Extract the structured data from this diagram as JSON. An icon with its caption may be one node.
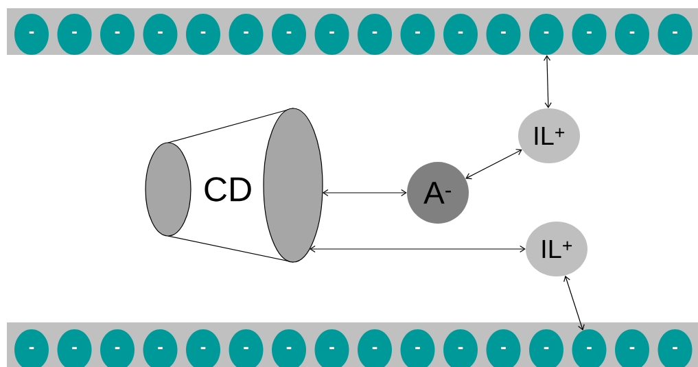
{
  "diagram": {
    "nodes": [
      {
        "text": [],
        "shape": "bar"
      },
      {
        "text": [
          "-"
        ],
        "in": 0
      },
      {
        "text": [
          "-"
        ],
        "in": 0
      },
      {
        "text": [
          "-"
        ],
        "in": 0
      },
      {
        "text": [
          "-"
        ],
        "in": 0
      },
      {
        "text": [
          "-"
        ],
        "in": 0
      },
      {
        "text": [
          "-"
        ],
        "in": 0
      },
      {
        "text": [
          "-"
        ],
        "in": 0
      },
      {
        "text": [
          "-"
        ],
        "in": 0
      },
      {
        "text": [
          "-"
        ],
        "in": 0
      },
      {
        "text": [
          "-"
        ],
        "in": 0
      },
      {
        "text": [
          "-"
        ],
        "in": 0
      },
      {
        "text": [
          "-"
        ],
        "in": 0
      },
      {
        "text": [
          "-"
        ],
        "in": 0
      },
      {
        "text": [
          "-"
        ],
        "in": 0
      },
      {
        "text": [
          "-"
        ],
        "in": 0
      },
      {
        "text": [
          "-"
        ],
        "in": 0
      },
      {
        "text": [],
        "shape": "bar"
      },
      {
        "text": [
          "-"
        ],
        "in": 17
      },
      {
        "text": [
          "-"
        ],
        "in": 17
      },
      {
        "text": [
          "-"
        ],
        "in": 17
      },
      {
        "text": [
          "-"
        ],
        "in": 17
      },
      {
        "text": [
          "-"
        ],
        "in": 17
      },
      {
        "text": [
          "-"
        ],
        "in": 17
      },
      {
        "text": [
          "-"
        ],
        "in": 17
      },
      {
        "text": [
          "-"
        ],
        "in": 17
      },
      {
        "text": [
          "-"
        ],
        "in": 17
      },
      {
        "text": [
          "-"
        ],
        "in": 17
      },
      {
        "text": [
          "-"
        ],
        "in": 17
      },
      {
        "text": [
          "-"
        ],
        "in": 17
      },
      {
        "text": [
          "-"
        ],
        "in": 17
      },
      {
        "text": [
          "-"
        ],
        "in": 17
      },
      {
        "text": [
          "-"
        ],
        "in": 17
      },
      {
        "text": [
          "-"
        ],
        "in": 17
      },
      {
        "text": [
          "CD"
        ]
      },
      {
        "text": [
          "A$^{-}$"
        ]
      },
      {
        "text": [
          "IL$^{+}$"
        ]
      },
      {
        "text": [
          "IL$^{+}$"
        ]
      }
    ],
    "edges": [
      {
        "from": 13,
        "to": 36,
        "arrow": "both"
      },
      {
        "from": 36,
        "to": 35,
        "arrow": "both"
      },
      {
        "from": 34,
        "to": 35,
        "arrow": "both"
      },
      {
        "from": 34,
        "to": 37,
        "arrow": "both"
      },
      {
        "from": 37,
        "to": 31,
        "arrow": "both"
      }
    ]
  }
}
